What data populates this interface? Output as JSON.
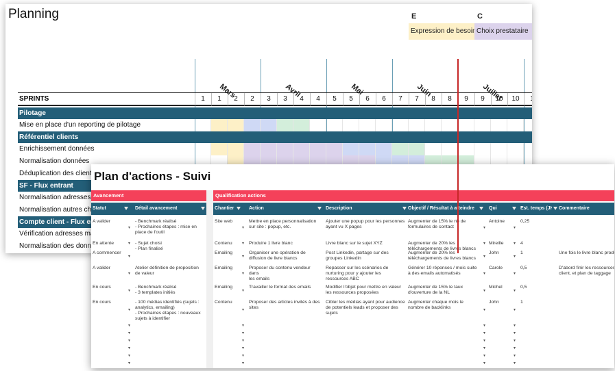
{
  "planning": {
    "title": "Planning",
    "legend": [
      {
        "letter": "E",
        "label": "Expression de besoin",
        "color": "#fdf0c7"
      },
      {
        "letter": "C",
        "label": "Choix prestataire",
        "color": "#dcd3ec"
      }
    ],
    "months": [
      "Mars",
      "Avril",
      "Mai",
      "Juin",
      "Juillet"
    ],
    "sprints_label": "SPRINTS",
    "sprints": [
      "1",
      "1",
      "2",
      "2",
      "3",
      "3",
      "4",
      "4",
      "5",
      "5",
      "6",
      "6",
      "7",
      "7",
      "8",
      "8",
      "9",
      "9",
      "10",
      "10",
      "1"
    ],
    "colors": {
      "yellow": "#fdf0c7",
      "blue": "#cfd9f5",
      "green": "#d3eedb",
      "purple": "#dcd3ec"
    },
    "sections": [
      {
        "kind": "band",
        "label": "Pilotage"
      },
      {
        "kind": "row",
        "label": "Mise en place d'un reporting de pilotage",
        "cells": [
          "",
          "y",
          "y",
          "b",
          "b",
          "g",
          "g",
          "",
          "",
          "",
          "",
          "",
          "",
          "",
          "",
          "",
          "",
          "",
          "",
          "",
          ""
        ]
      },
      {
        "kind": "band",
        "label": "Référentiel clients"
      },
      {
        "kind": "row",
        "label": "Enrichissement données",
        "cells": [
          "",
          "y",
          "y",
          "p",
          "p",
          "p",
          "p",
          "p",
          "p",
          "b",
          "b",
          "b",
          "g",
          "g",
          "",
          "",
          "",
          "",
          "",
          "",
          ""
        ]
      },
      {
        "kind": "row",
        "label": "Normalisation données",
        "cells": [
          "",
          "",
          "y",
          "p",
          "p",
          "p",
          "p",
          "p",
          "p",
          "p",
          "p",
          "b",
          "b",
          "b",
          "g",
          "g",
          "g",
          "",
          "",
          "",
          ""
        ]
      },
      {
        "kind": "row",
        "label": "Déduplication des clients",
        "cells": [
          "",
          "",
          "",
          "",
          "",
          "",
          "",
          "",
          "",
          "",
          "",
          "",
          "",
          "",
          "",
          "",
          "",
          "",
          "",
          "",
          ""
        ]
      },
      {
        "kind": "band",
        "label": "SF - Flux entrant"
      },
      {
        "kind": "row",
        "label": "Normalisation adresses",
        "cells": [
          "",
          "",
          "",
          "",
          "",
          "",
          "",
          "",
          "",
          "",
          "",
          "",
          "",
          "",
          "",
          "",
          "",
          "",
          "",
          "",
          ""
        ]
      },
      {
        "kind": "row",
        "label": "Normalisation autres champs",
        "cells": [
          "",
          "",
          "",
          "",
          "",
          "",
          "",
          "",
          "",
          "",
          "",
          "",
          "",
          "",
          "",
          "",
          "",
          "",
          "",
          "",
          ""
        ]
      },
      {
        "kind": "band",
        "label": "Compte client - Flux entrant"
      },
      {
        "kind": "row",
        "label": "Vérification adresses mail",
        "cells": [
          "",
          "",
          "",
          "",
          "",
          "",
          "",
          "",
          "",
          "",
          "",
          "",
          "",
          "",
          "",
          "",
          "",
          "",
          "",
          "",
          ""
        ]
      },
      {
        "kind": "row",
        "label": "Normalisation des données",
        "cells": [
          "",
          "",
          "",
          "",
          "",
          "",
          "",
          "",
          "",
          "",
          "",
          "",
          "",
          "",
          "",
          "",
          "",
          "",
          "",
          "",
          ""
        ]
      }
    ]
  },
  "plan": {
    "title": "Plan d'actions - Suivi",
    "groups": {
      "avancement": "Avancement",
      "qualification": "Qualification actions"
    },
    "headers": [
      "Statut",
      "Détail avancement",
      "Chantier",
      "Action",
      "Description",
      "Objectif / Résultat à atteindre",
      "Qui",
      "Est. temps (JH)",
      "Commentaire"
    ],
    "rows": [
      {
        "statut": "A valider",
        "detail": "- Benchmark réalisé\n- Prochaines étapes : mise en\nplace de l'outil",
        "chantier": "Site web",
        "action": "Mettre en place personnalisation\nsur site : popup, etc.",
        "description": "Ajouter une popup pour les personnes\nayant vu X pages",
        "objectif": "Augmenter de 15% le nb de\nformulaires de contact",
        "qui": "Antoine",
        "temps": "0,25",
        "commentaire": ""
      },
      {
        "statut": "En attente",
        "detail": "- Sujet choisi\n- Plan finalisé",
        "chantier": "Contenu",
        "action": "Produire 1 livre blanc",
        "description": "Livre blanc sur le sujet XYZ",
        "objectif": "Augmenter de 20% les\ntéléchargements de livres blancs",
        "qui": "Mireille",
        "temps": "4",
        "commentaire": ""
      },
      {
        "statut": "A commencer",
        "detail": "",
        "chantier": "Emailing",
        "action": "Organiser une opération de\ndiffusion de livre blancs",
        "description": "Post Linkedin, partage sur des\ngroupes Linkedin",
        "objectif": "Augmenter de 20% les\ntéléchargements de livres blancs",
        "qui": "John",
        "temps": "1",
        "commentaire": "Une fois le livre blanc produit"
      },
      {
        "statut": "A valider",
        "detail": "Atelier définition de proposition\nde valeur",
        "chantier": "Emailing",
        "action": "Proposer du contenu vendeur dans\nles emails",
        "description": "Repasser sur les scénarios de\nnurturing pour y ajouter les\nressources ABC",
        "objectif": "Générer 10 réponses / mois suite\nà des emails automatisés",
        "qui": "Carole",
        "temps": "0,5",
        "commentaire": "D'abord finir les ressources\nclient, et plan de taggage"
      },
      {
        "statut": "En cours",
        "detail": "- Benchmark réalisé\n- 3 templates initiés",
        "chantier": "Emailing",
        "action": "Travailler le format des emails",
        "description": "Modifier l'objet pour mettre en valeur\nles ressources proposées",
        "objectif": "Augmenter de 15% le taux\nd'ouverture de la NL",
        "qui": "Michel",
        "temps": "0,5",
        "commentaire": ""
      },
      {
        "statut": "En cours",
        "detail": "- 100 médias identifiés (sujets :\nanalytics, emailing)\n- Prochaines étapes : nouveaux\nsujets à identifier",
        "chantier": "Contenu",
        "action": "Proposer des articles invités à des\nsites",
        "description": "Cibler les médias ayant pour audience\nde potentiels leads et proposer des\nsujets",
        "objectif": "Augmenter chaque mois le\nnombre de backlinks",
        "qui": "John",
        "temps": "1",
        "commentaire": ""
      }
    ],
    "caret_glyph": "▾"
  }
}
